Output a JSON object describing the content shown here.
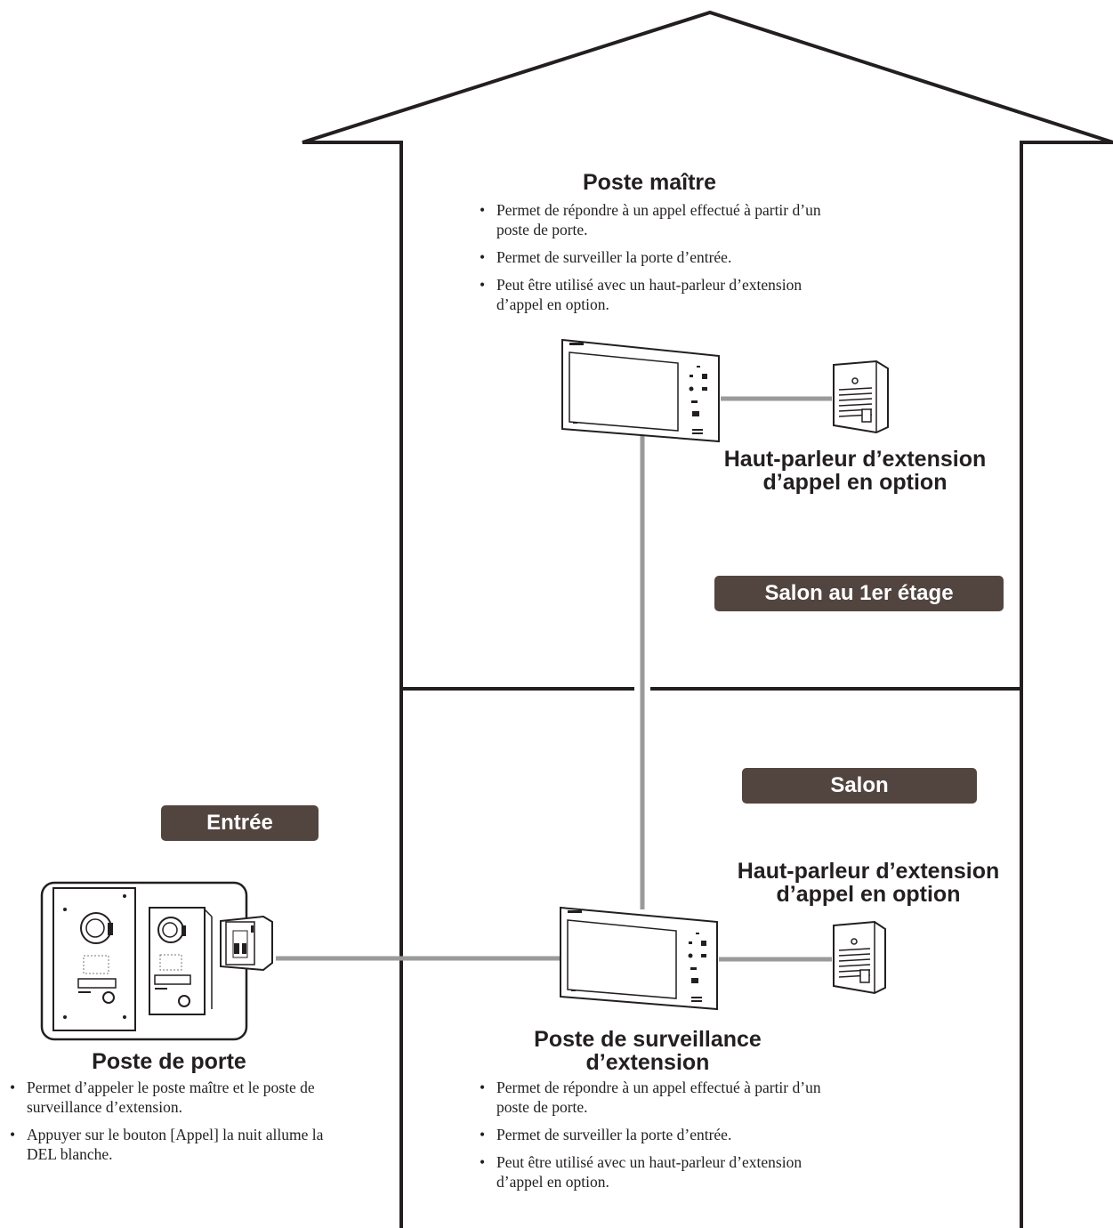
{
  "master_station": {
    "title": "Poste maître",
    "bullets": [
      "Permet de répondre à un appel effectué à partir d’un poste de porte.",
      "Permet de surveiller la porte d’entrée.",
      "Peut être utilisé avec un haut-parleur d’extension d’appel en option."
    ]
  },
  "speaker_upper": {
    "line1": "Haut-parleur d’extension",
    "line2": "d’appel en option"
  },
  "speaker_lower": {
    "line1": "Haut-parleur d’extension",
    "line2": "d’appel en option"
  },
  "rooms": {
    "upper": "Salon au 1er étage",
    "lower": "Salon",
    "entrance": "Entrée"
  },
  "door_station": {
    "title": "Poste de porte",
    "bullets": [
      "Permet d’appeler le poste maître et le poste de surveillance d’extension.",
      "Appuyer sur le bouton [Appel] la nuit allume la DEL blanche."
    ]
  },
  "sub_station": {
    "title_line1": "Poste de surveillance",
    "title_line2": "d’extension",
    "bullets": [
      "Permet de répondre à un appel effectué à partir d’un poste de porte.",
      "Permet de surveiller la porte d’entrée.",
      "Peut être utilisé avec un haut-parleur d’extension d’appel en option."
    ]
  },
  "colors": {
    "outline": "#231f20",
    "wire": "#9a9a9a",
    "badge": "#524540"
  }
}
